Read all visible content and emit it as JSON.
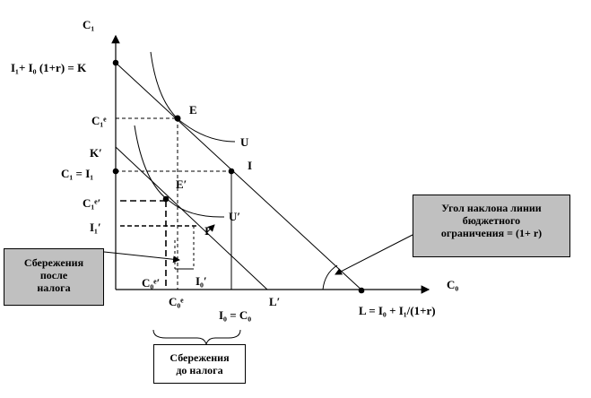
{
  "axes": {
    "y_label": "C₁",
    "x_label": "C₀"
  },
  "labels": {
    "k_intercept": "I₁+ I₀ (1+r) = K",
    "k_prime": "K′",
    "c1e": "C₁ᵉ",
    "c1_eq_i1": "C₁ = I₁",
    "c1e_prime": "C₁ᵉ′",
    "i1_prime": "I₁′",
    "point_e": "E",
    "point_e_prime": "E′",
    "point_i": "I",
    "point_i_prime": "I′",
    "curve_u": "U",
    "curve_u_prime": "U′",
    "c0e_prime": "C₀ᵉ′",
    "i0_prime": "I₀′",
    "c0e": "C₀ᵉ",
    "l_prime": "L′",
    "i0_eq_c0": "I₀ = C₀",
    "l_intercept": "L = I₀ + I₁/(1+r)"
  },
  "boxes": {
    "slope": [
      "Угол наклона линии",
      "бюджетного",
      "ограничения = (1+ r)"
    ],
    "savings_after": [
      "Сбережения",
      "после",
      "налога"
    ],
    "savings_before": [
      "Сбережения",
      "до налога"
    ]
  },
  "colors": {
    "ink": "#000000",
    "box_fill": "#c0c0c0",
    "box_fill_light": "#ffffff"
  }
}
